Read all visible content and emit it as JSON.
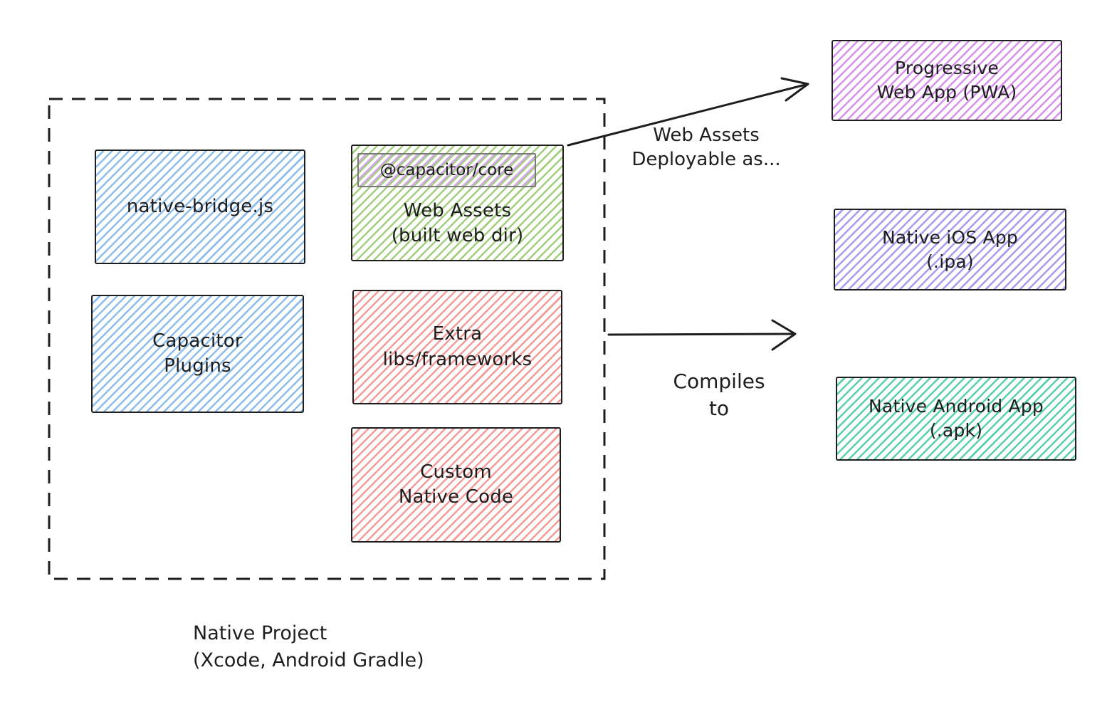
{
  "stroke_color": "#1e1e1e",
  "native_project": {
    "caption": {
      "line1": "Native Project",
      "line2": "(Xcode, Android Gradle)"
    },
    "boxes": {
      "native_bridge": {
        "label": "native-bridge.js",
        "hatch": "#8cbdee"
      },
      "web_assets": {
        "chip_label": "@capacitor/core",
        "chip_hatch": "#d3a7ea",
        "chip_border": "#7a7a7a",
        "line1": "Web Assets",
        "line2": "(built web dir)",
        "hatch": "#a3cf7c"
      },
      "capacitor_plugins": {
        "line1": "Capacitor",
        "line2": "Plugins",
        "hatch": "#8cbdee"
      },
      "extra_libs": {
        "line1": "Extra",
        "line2": "libs/frameworks",
        "hatch": "#f49b98"
      },
      "custom_native_code": {
        "line1": "Custom",
        "line2": "Native Code",
        "hatch": "#f49b98"
      }
    }
  },
  "arrows": {
    "deployable": {
      "label_line1": "Web Assets",
      "label_line2": "Deployable as..."
    },
    "compiles": {
      "label_line1": "Compiles",
      "label_line2": "to"
    }
  },
  "outputs": {
    "pwa": {
      "line1": "Progressive",
      "line2": "Web App (PWA)",
      "hatch": "#d88ff1"
    },
    "native_ios": {
      "line1": "Native iOS App",
      "line2": "(.ipa)",
      "hatch": "#a89bf2"
    },
    "native_android": {
      "line1": "Native Android App",
      "line2": "(.apk)",
      "hatch": "#58d0a8"
    }
  }
}
